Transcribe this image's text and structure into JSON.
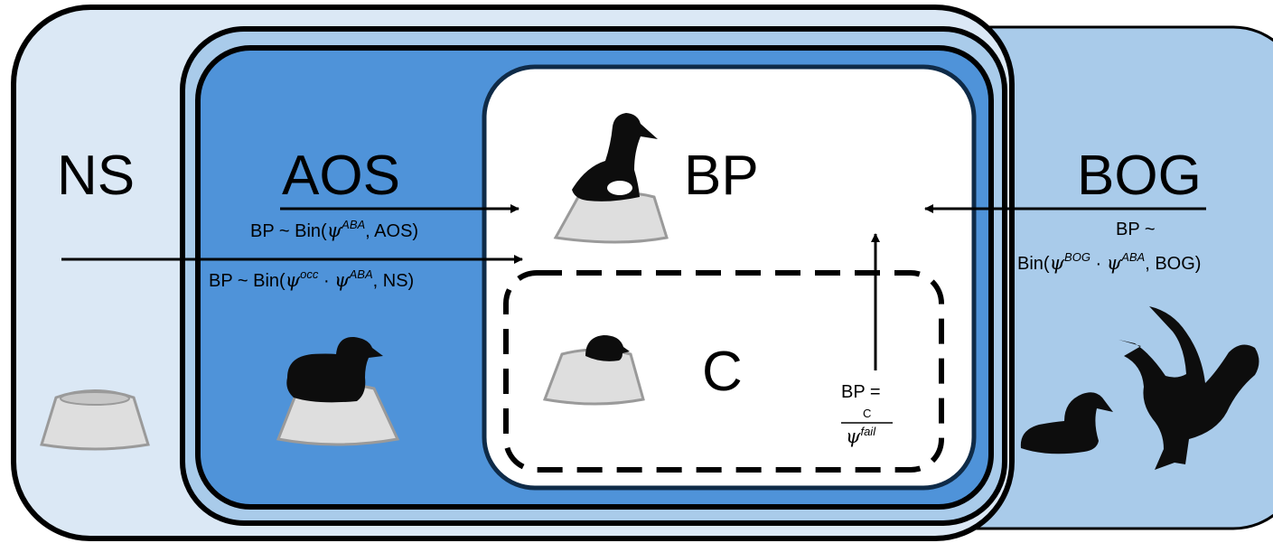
{
  "regions": {
    "ns": "NS",
    "aos": "AOS",
    "bp": "BP",
    "bog": "BOG",
    "c": "C"
  },
  "equations": {
    "aos_to_bp": {
      "prefix": "BP ~ Bin(",
      "psi": "ψ",
      "sup": "ABA",
      "suffix": ", AOS)"
    },
    "ns_to_bp": {
      "prefix": "BP ~ Bin(",
      "psi1": "ψ",
      "sup1": "occ",
      "dot": " · ",
      "psi2": "ψ",
      "sup2": "ABA",
      "suffix": ", NS)"
    },
    "bog_to_bp": {
      "line1": "BP ~",
      "prefix": "Bin(",
      "psi1": "ψ",
      "sup1": "BOG",
      "dot": " · ",
      "psi2": "ψ",
      "sup2": "ABA",
      "suffix": ", BOG)"
    },
    "c_to_bp": {
      "line1": "BP =",
      "numerator": "C",
      "psi": "ψ",
      "sup": "fail"
    }
  },
  "colors": {
    "ns_fill": "#dbe8f5",
    "bog_fill": "#a9cbea",
    "aos_ring": "#a9cbea",
    "aos_fill": "#4f93d9",
    "bp_fill": "#ffffff",
    "nest": "#dedede",
    "bird": "#0d0d0d"
  },
  "icons": [
    "empty-nest-icon",
    "bird-on-nest-icon",
    "breeding-bird-with-egg-icon",
    "chick-in-nest-icon",
    "sitting-bird-icon",
    "displaying-bird-icon"
  ]
}
